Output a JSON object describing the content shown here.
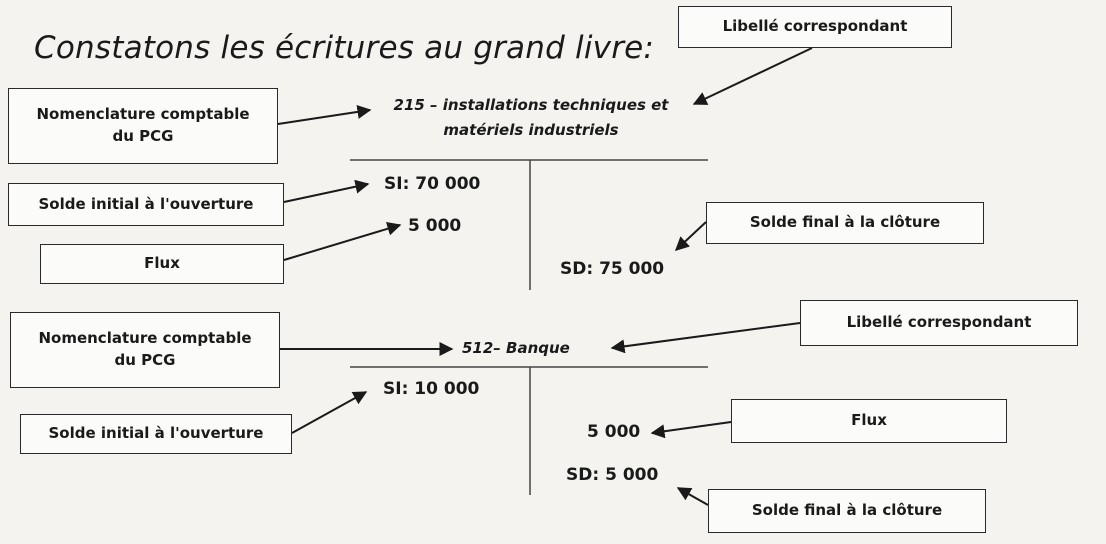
{
  "title": "Constatons les écritures au grand livre:",
  "account1": {
    "heading_line1": "215 – installations techniques et",
    "heading_line2": "matériels industriels",
    "si": "SI: 70 000",
    "flux": "5 000",
    "sd": "SD: 75 000"
  },
  "account2": {
    "heading": "512– Banque",
    "si": "SI: 10 000",
    "flux": "5 000",
    "sd": "SD: 5 000"
  },
  "boxes": {
    "libelle_1": "Libellé correspondant",
    "nomenclature_1": "Nomenclature comptable\ndu PCG",
    "solde_initial_1": "Solde initial à l'ouverture",
    "flux_1": "Flux",
    "solde_final_1": "Solde final à la clôture",
    "nomenclature_2": "Nomenclature comptable\ndu PCG",
    "libelle_2": "Libellé correspondant",
    "solde_initial_2": "Solde initial à l'ouverture",
    "flux_2": "Flux",
    "solde_final_2": "Solde final à la clôture"
  }
}
